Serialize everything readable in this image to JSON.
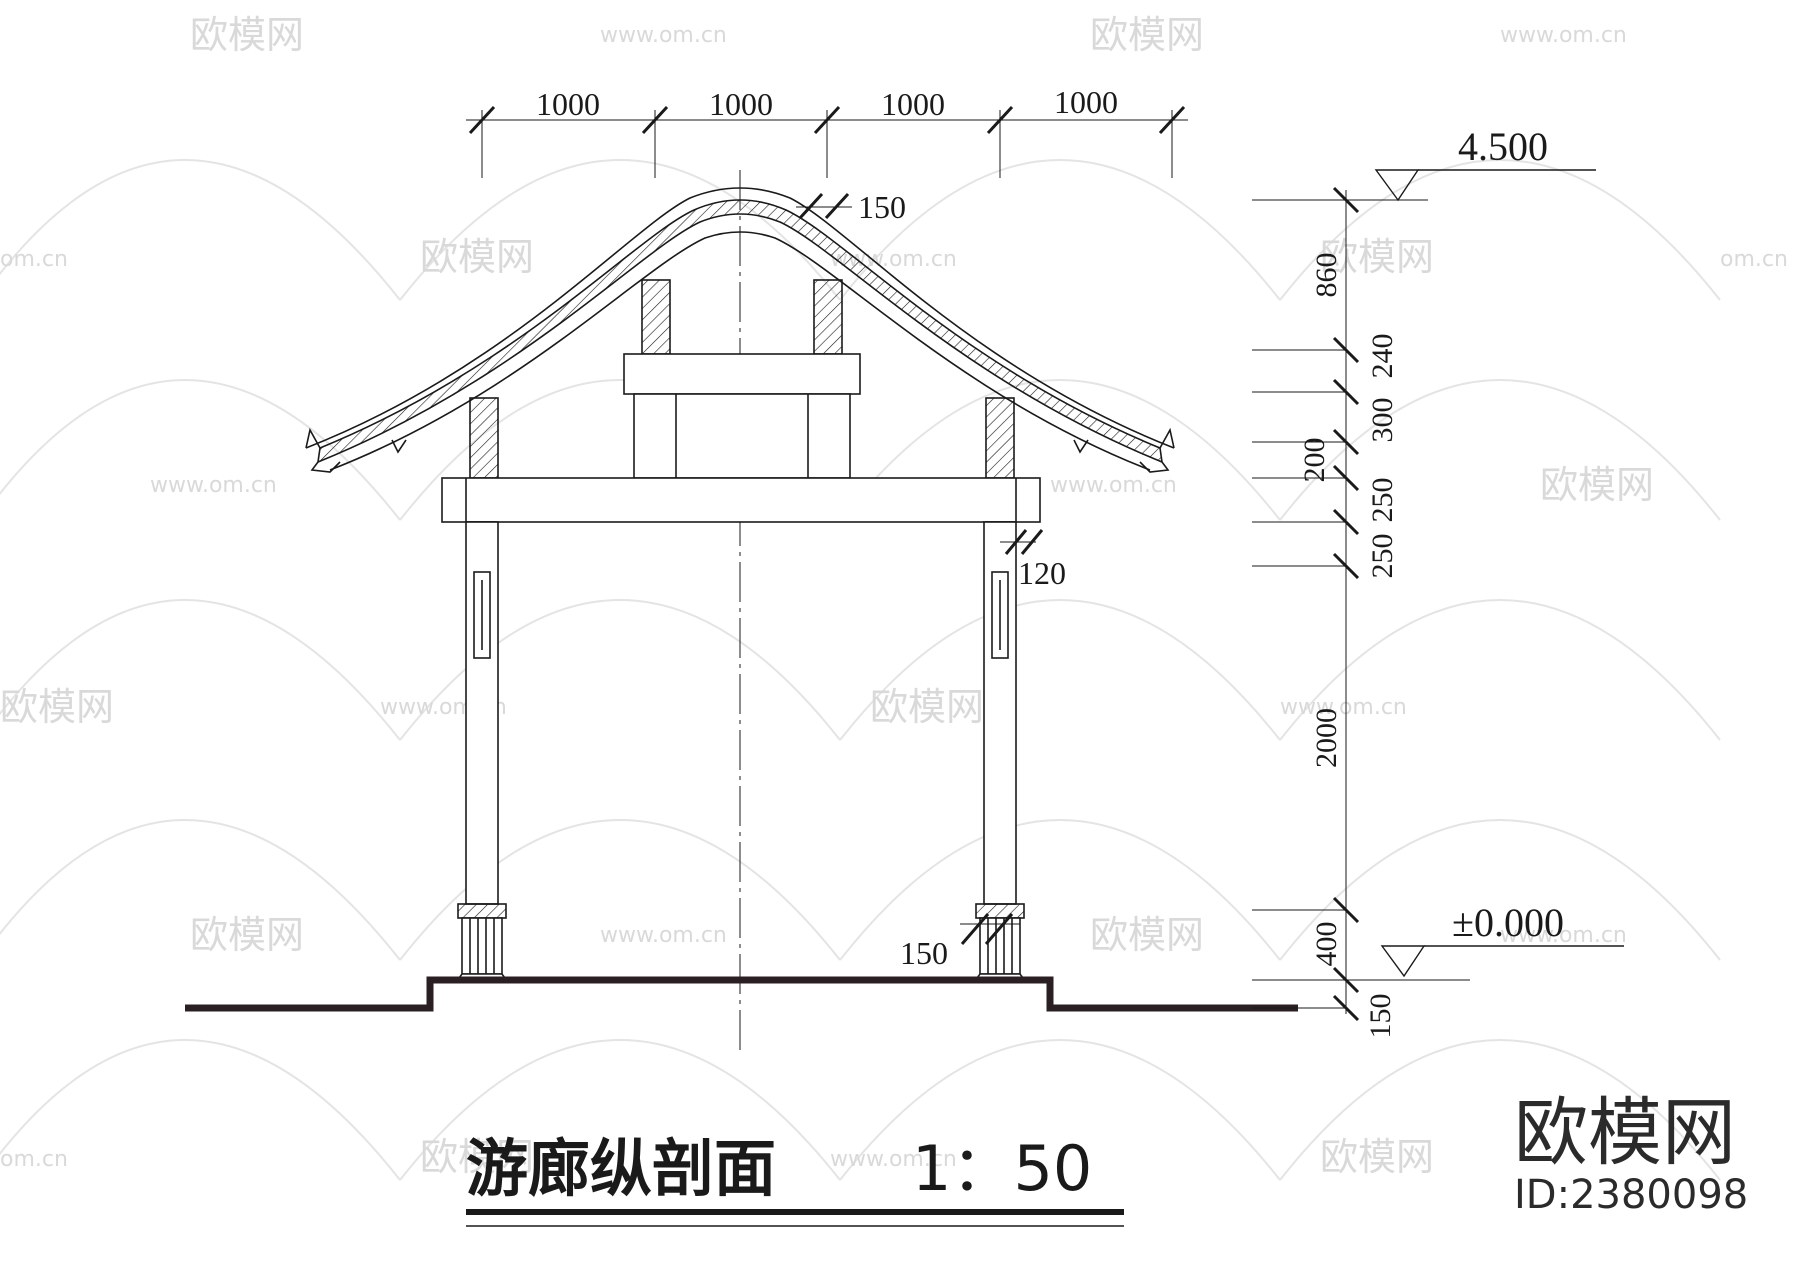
{
  "drawing": {
    "title": "游廊纵剖面",
    "scale": "1：50",
    "dims_top": [
      "1000",
      "1000",
      "1000",
      "1000"
    ],
    "dim_ridge_offset": "150",
    "dim_column_head": "120",
    "dim_column_base": "150",
    "dims_vertical": [
      "860",
      "240",
      "300",
      "200",
      "250",
      "250",
      "2000",
      "400",
      "150"
    ],
    "elev_top": "4.500",
    "elev_zero": "±0.000"
  },
  "watermark": {
    "brand": "欧模网",
    "url": "www.om.cn",
    "url_short": "om.cn",
    "corner_brand": "欧模网",
    "corner_id": "ID:2380098"
  },
  "colors": {
    "line": "#1a1a1a",
    "watermark": "#d9d9d9",
    "ground": "#2a1f23"
  }
}
